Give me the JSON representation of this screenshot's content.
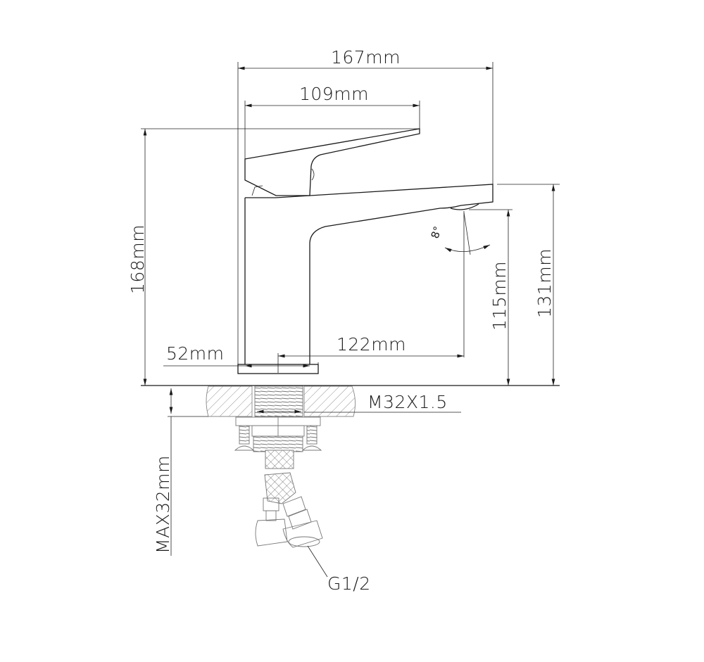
{
  "diagram": {
    "subject": "basin faucet dimension drawing",
    "dimensions": {
      "overall_width": "167mm",
      "handle_length": "109mm",
      "overall_height": "168mm",
      "base_diameter": "52mm",
      "spout_reach": "122mm",
      "spout_outlet_height": "115mm",
      "spout_top_height": "131mm",
      "thread": "M32X1.5",
      "max_counter_thickness": "MAX32mm",
      "hose_connection": "G1/2"
    },
    "annotations": {
      "handle_rotation_angle": "8°"
    },
    "colors": {
      "line": "#1a1a1a",
      "hatch": "#777777",
      "background": "#ffffff"
    }
  }
}
